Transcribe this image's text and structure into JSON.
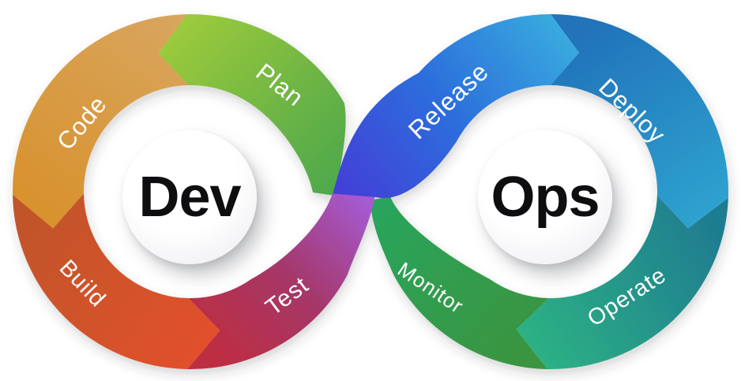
{
  "diagram": {
    "type": "devops-infinity-loop",
    "background": "#FFFFFF",
    "label_text_color": "#FFFFFF",
    "center_text_color": "#0E0E10",
    "left_loop": {
      "center_label": "Dev",
      "flow": "counterclockwise",
      "segments": [
        {
          "label": "Plan",
          "color_start": "#9BCA3C",
          "color_mid": "#6CB445",
          "color_end": "#4EA94C"
        },
        {
          "label": "Code",
          "color_start": "#D8A65F",
          "color_end": "#D8912C"
        },
        {
          "label": "Build",
          "color_start": "#C05429",
          "color_end": "#E2502C"
        },
        {
          "label": "Test",
          "color_start": "#BE2D42",
          "color_mid": "#A53768",
          "color_end": "#A55BD4"
        }
      ]
    },
    "right_loop": {
      "center_label": "Ops",
      "flow": "clockwise",
      "segments": [
        {
          "label": "Release",
          "color_start": "#4340D7",
          "color_mid": "#2C6EDC",
          "color_end": "#38A8DE"
        },
        {
          "label": "Deploy",
          "color_start": "#2273BA",
          "color_end": "#2EA2CF"
        },
        {
          "label": "Operate",
          "color_start": "#1F7D90",
          "color_end": "#2DB184"
        },
        {
          "label": "Monitor",
          "color_start": "#3A9540",
          "color_end": "#2AA45B"
        }
      ]
    }
  }
}
